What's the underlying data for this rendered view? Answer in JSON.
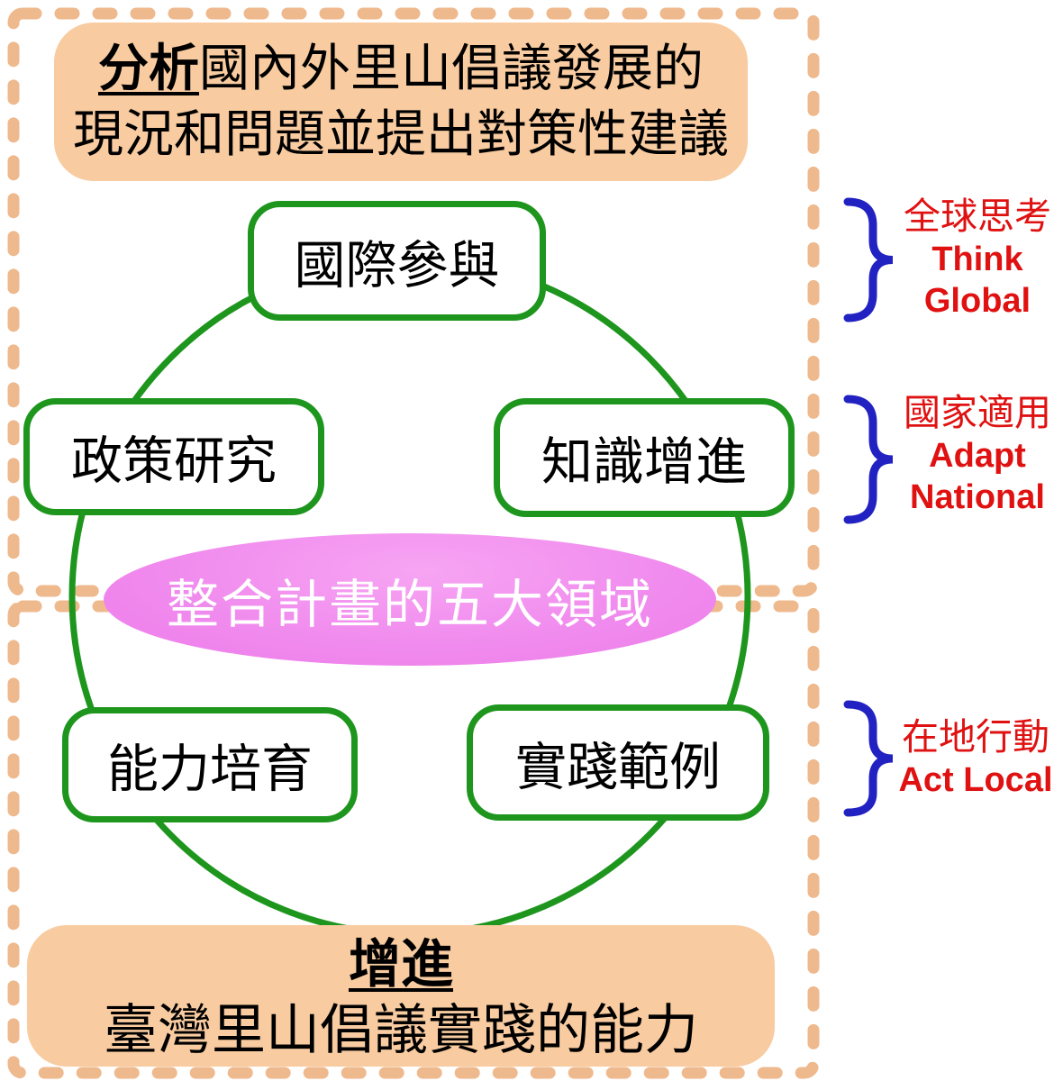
{
  "objective_banner": {
    "emphasis": "分析",
    "line1_rest": "國內外里山倡議發展的",
    "line2": "現況和問題並提出對策性建議"
  },
  "center_ellipse": {
    "label": "整合計畫的五大領域"
  },
  "domain_nodes": [
    {
      "id": "international-participation",
      "label": "國際參與"
    },
    {
      "id": "policy-research",
      "label": "政策研究"
    },
    {
      "id": "knowledge-enhancement",
      "label": "知識增進"
    },
    {
      "id": "capacity-building",
      "label": "能力培育"
    },
    {
      "id": "practice-examples",
      "label": "實踐範例"
    }
  ],
  "annotations": [
    {
      "zh": "全球思考",
      "en": [
        "Think",
        "Global"
      ]
    },
    {
      "zh": "國家適用",
      "en": [
        "Adapt",
        "National"
      ]
    },
    {
      "zh": "在地行動",
      "en": [
        "Act Local"
      ]
    }
  ],
  "outcome_banner": {
    "emphasis": "增進",
    "line2": "臺灣里山倡議實踐的能力"
  },
  "icons": {
    "brace": "curly-brace-icon"
  },
  "colors": {
    "banner_fill": "#F8CBA0",
    "dashed_border": "#EFB98E",
    "node_border_green": "#1E961E",
    "ellipse_pink": "#EE7DEA",
    "annotation_red": "#E01111",
    "brace_blue": "#2222C2",
    "text_black": "#000000",
    "ellipse_text_white": "#FFFFFF"
  }
}
